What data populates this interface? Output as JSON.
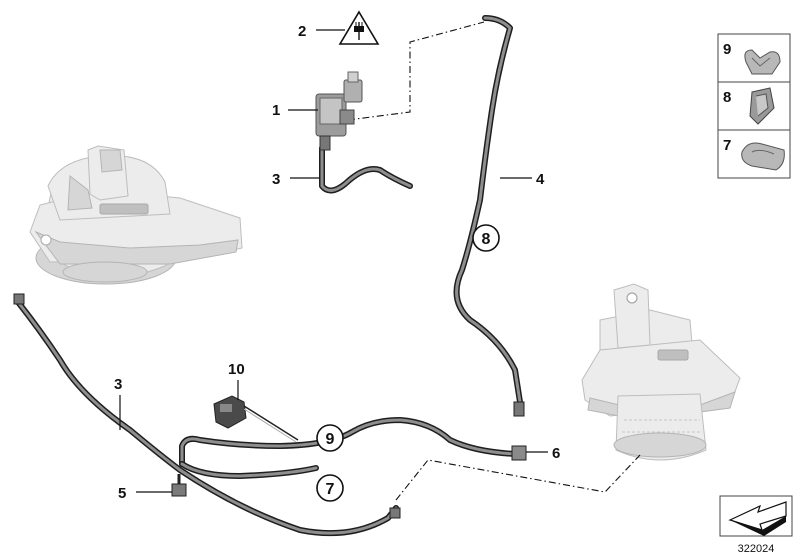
{
  "diagram_id": "322024",
  "part_labels": {
    "p1": "1",
    "p2": "2",
    "p3_top": "3",
    "p3_left": "3",
    "p4": "4",
    "p5": "5",
    "p6": "6",
    "p10": "10"
  },
  "circled_labels": {
    "c8": "8",
    "c9": "9",
    "c7": "7"
  },
  "legend_items": [
    {
      "number": "9",
      "icon": "clip-double-icon"
    },
    {
      "number": "8",
      "icon": "clip-bracket-icon"
    },
    {
      "number": "7",
      "icon": "clip-single-icon"
    }
  ],
  "warning_symbol": "electrical-plug-warning-icon",
  "nav_icon": "arrow-navigation-icon"
}
